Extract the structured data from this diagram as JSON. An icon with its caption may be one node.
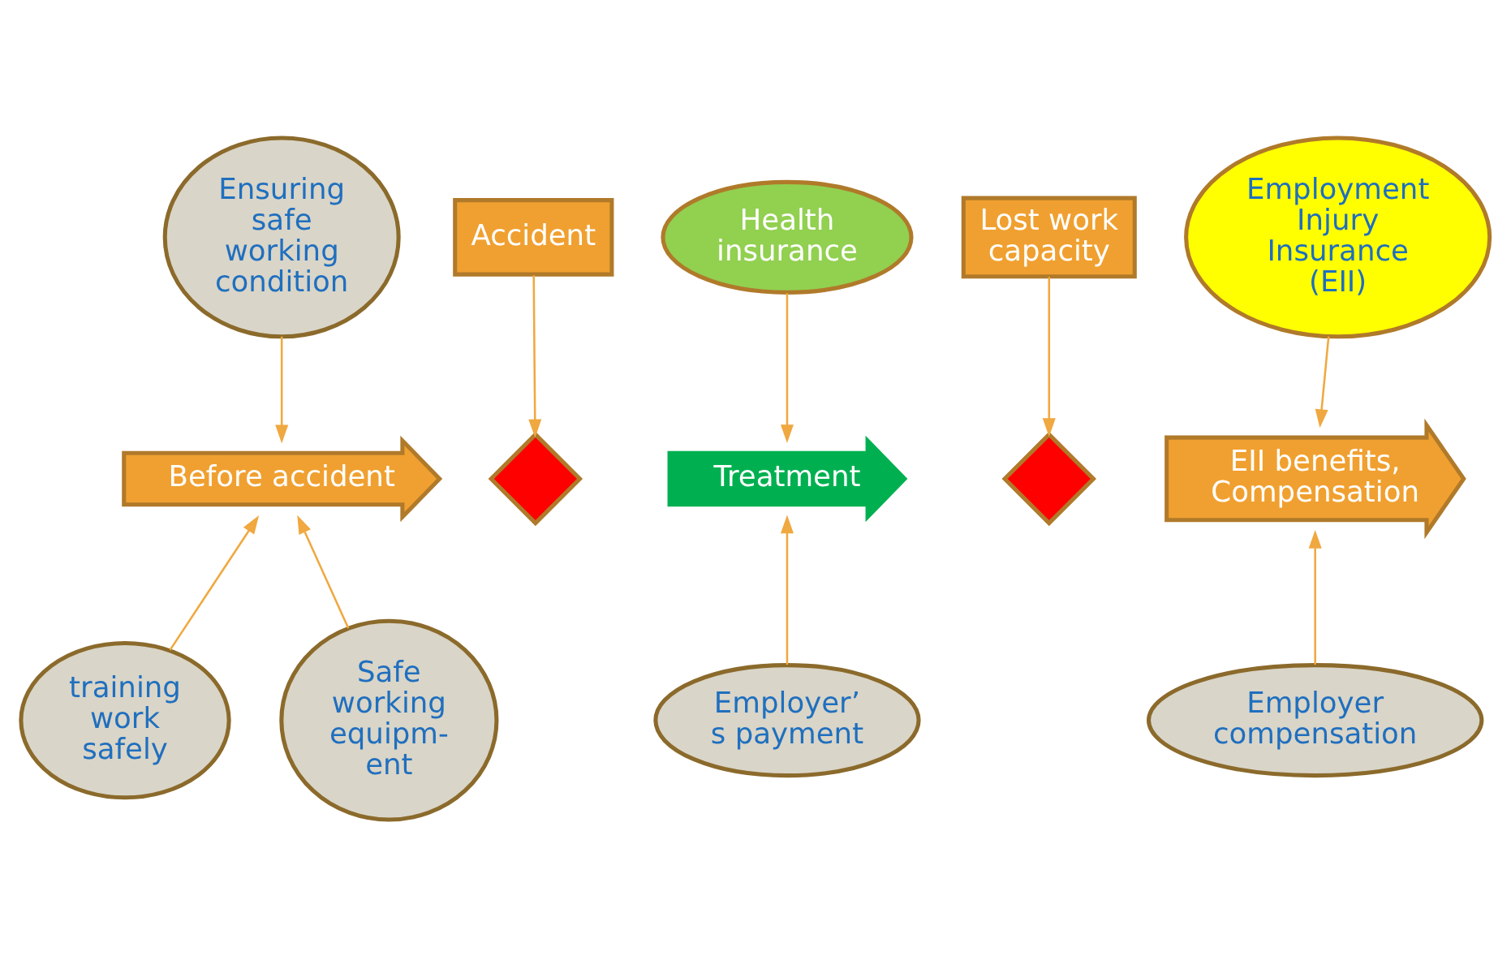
{
  "diagram": {
    "nodes": [
      {
        "text": [
          "Health insurance"
        ]
      },
      {
        "text": [
          "Employment Injury Insurance (EII)"
        ]
      },
      {
        "text": [
          "Ensuring safe working condition"
        ]
      },
      {
        "text": [
          "Accident"
        ]
      },
      {
        "text": [
          "Lost work capacity"
        ]
      },
      {
        "text": [
          "Before accident"
        ]
      },
      {
        "text": [],
        "shape": "cross"
      },
      {
        "text": [
          "Treatment"
        ]
      },
      {
        "text": [],
        "shape": "cross"
      },
      {
        "text": [
          "EII benefits, Compensation"
        ]
      },
      {
        "text": [
          "training work safely"
        ]
      },
      {
        "text": [
          "Safe working equipm- ent"
        ]
      },
      {
        "text": [
          "Employer’ s payment"
        ]
      },
      {
        "text": [
          "Employer compensation"
        ]
      }
    ],
    "edges": [
      {
        "from": 2,
        "to": 5,
        "arrow": "to"
      },
      {
        "from": 3,
        "to": 6,
        "arrow": "to"
      },
      {
        "from": 0,
        "to": 7,
        "arrow": "to"
      },
      {
        "from": 4,
        "to": 8,
        "arrow": "to"
      },
      {
        "from": 1,
        "to": 9,
        "arrow": "to"
      },
      {
        "from": 10,
        "to": 5,
        "arrow": "to"
      },
      {
        "from": 11,
        "to": 5,
        "arrow": "to"
      },
      {
        "from": 12,
        "to": 7,
        "arrow": "to"
      },
      {
        "from": 13,
        "to": 9,
        "arrow": "to"
      }
    ]
  }
}
